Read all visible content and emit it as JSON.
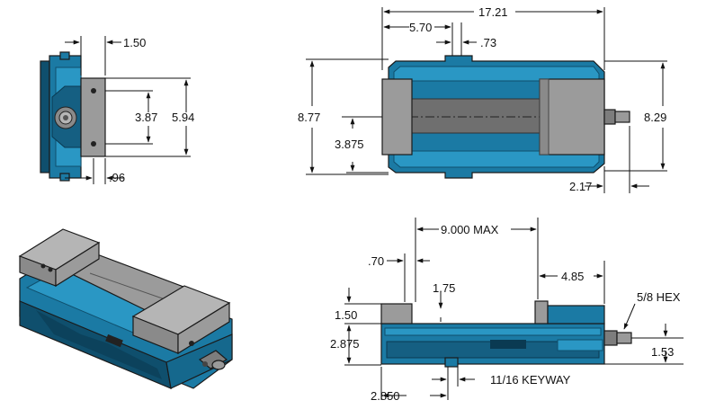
{
  "colors": {
    "vise_blue": "#1b7aa4",
    "vise_blue_dark": "#0f4f6d",
    "vise_blue_light": "#2a97c4",
    "jaw_gray": "#9b9b9b",
    "jaw_gray_dark": "#6f6f6f",
    "screw_gray": "#7d7d7d",
    "line": "#111111"
  },
  "end_view": {
    "dims": [
      "1.50",
      "3.87",
      "5.94",
      ".96"
    ]
  },
  "top_view": {
    "dims": [
      "17.21",
      "5.70",
      ".73",
      "8.77",
      "8.29",
      "3.875",
      "2.17"
    ]
  },
  "iso_view": {},
  "side_view": {
    "dims": [
      "9.000 MAX",
      ".70",
      "4.85",
      "1.75",
      "1.50",
      "5/8 HEX",
      "2.875",
      "1.53",
      "11/16 KEYWAY",
      "2.850"
    ]
  }
}
